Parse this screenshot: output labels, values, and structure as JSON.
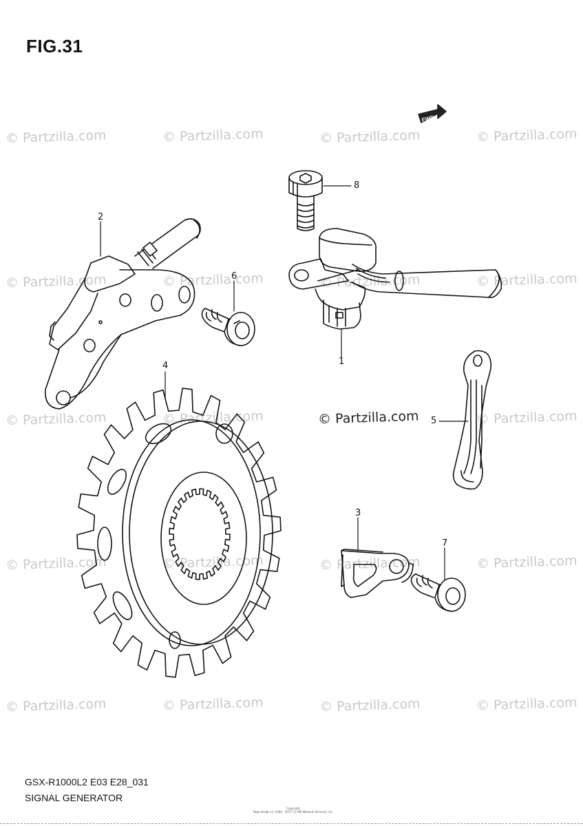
{
  "figure": {
    "title": "FIG.31"
  },
  "watermark": {
    "text": "© Partzilla.com",
    "center_text": "© Partzilla.com"
  },
  "direction_arrow": {
    "label": "FWD"
  },
  "callouts": [
    {
      "number": "1",
      "part": "sensor"
    },
    {
      "number": "2",
      "part": "sensor-bracket"
    },
    {
      "number": "3",
      "part": "clamp-plate"
    },
    {
      "number": "4",
      "part": "signal-rotor"
    },
    {
      "number": "5",
      "part": "wire-clamp"
    },
    {
      "number": "6",
      "part": "bolt"
    },
    {
      "number": "7",
      "part": "bolt"
    },
    {
      "number": "8",
      "part": "bolt"
    }
  ],
  "footer": {
    "code": "GSX-R1000L2 E03 E28_031",
    "name": "SIGNAL GENERATOR",
    "copyright_1": "Copyright",
    "copyright_2": "Page design (c) 2004 - 2017 (c) ARI Network Services, Inc."
  }
}
